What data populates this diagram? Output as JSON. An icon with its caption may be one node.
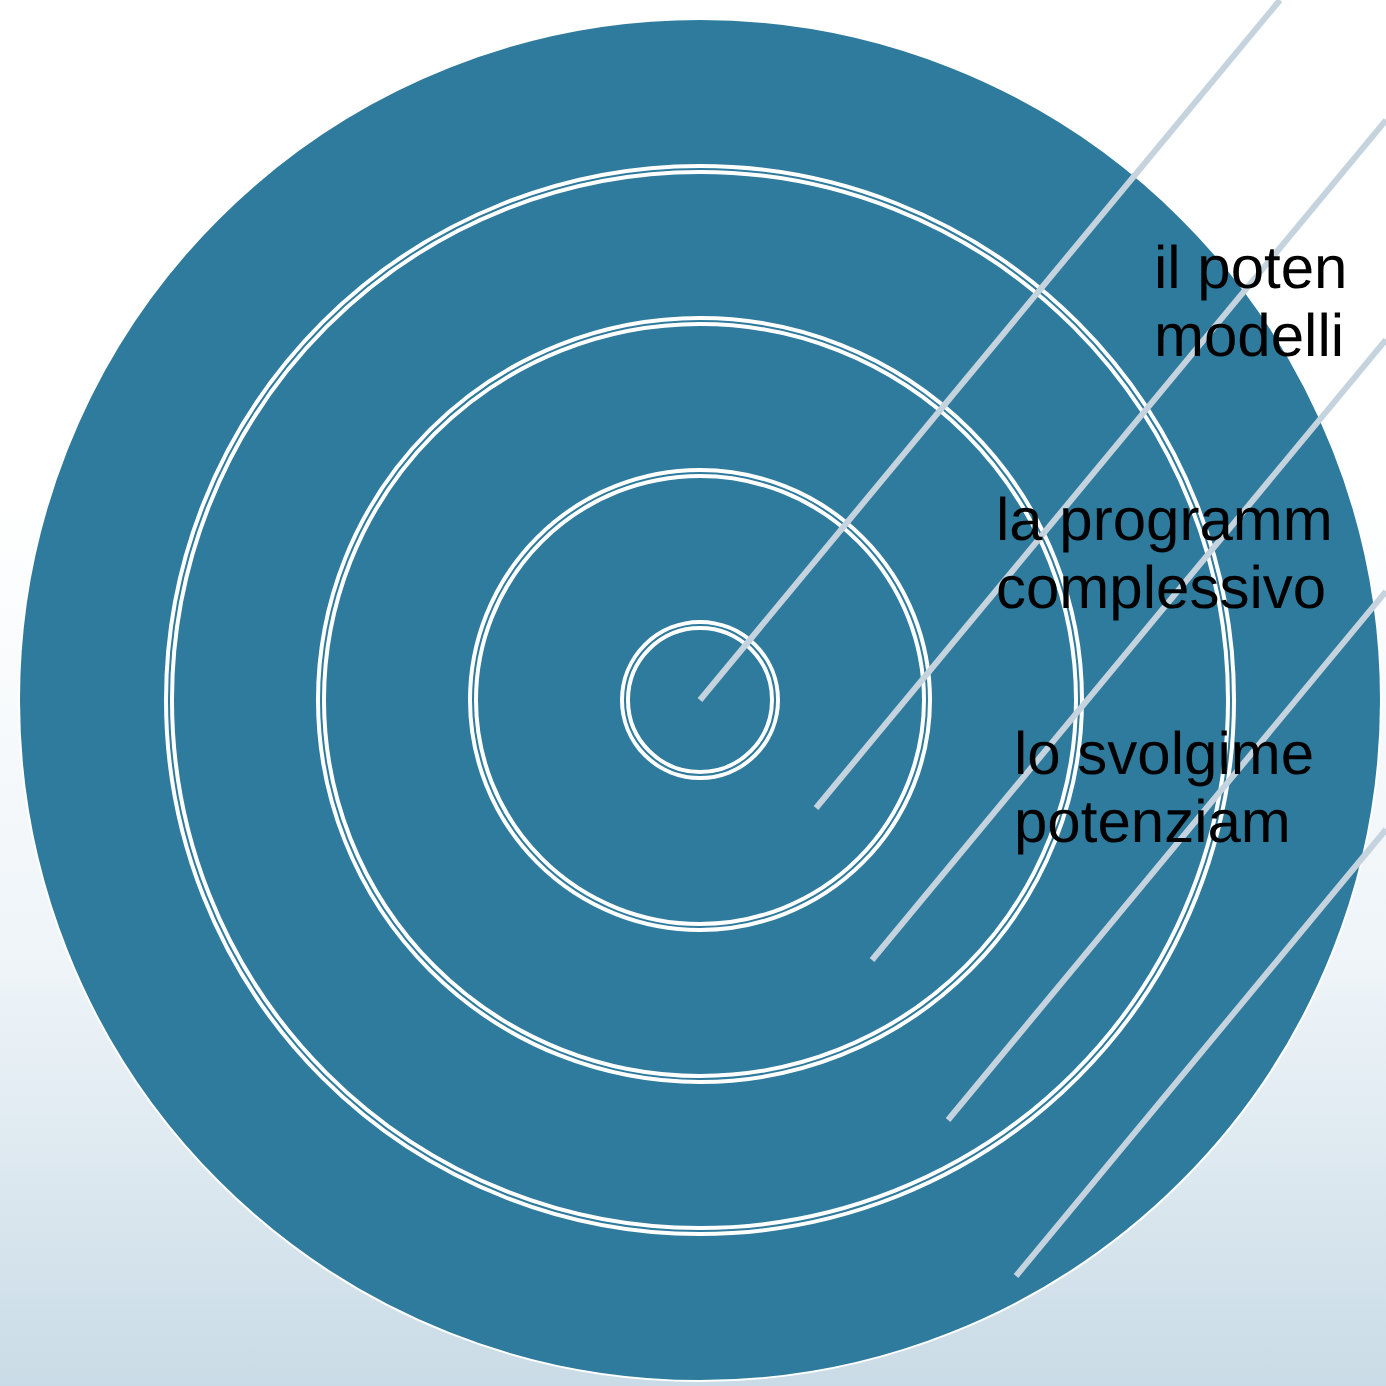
{
  "diagram": {
    "nodes": [
      {
        "text": [],
        "shape": "circle"
      },
      {
        "text": [],
        "shape": "circle",
        "in": 0
      },
      {
        "text": [],
        "shape": "circle",
        "in": 1
      },
      {
        "text": [],
        "shape": "circle",
        "in": 2
      },
      {
        "text": [],
        "shape": "circle",
        "in": 3
      }
    ],
    "edges": [
      {
        "from": null,
        "to": 4,
        "arrow": "none"
      },
      {
        "from": null,
        "to": 3,
        "arrow": "none"
      },
      {
        "from": null,
        "to": 2,
        "arrow": "none"
      },
      {
        "from": null,
        "to": 1,
        "arrow": "none"
      },
      {
        "from": null,
        "to": 0,
        "arrow": "none"
      }
    ],
    "labels": [
      "il poten modelli",
      "la programm complessivo",
      "lo svolgime potenziam"
    ]
  }
}
